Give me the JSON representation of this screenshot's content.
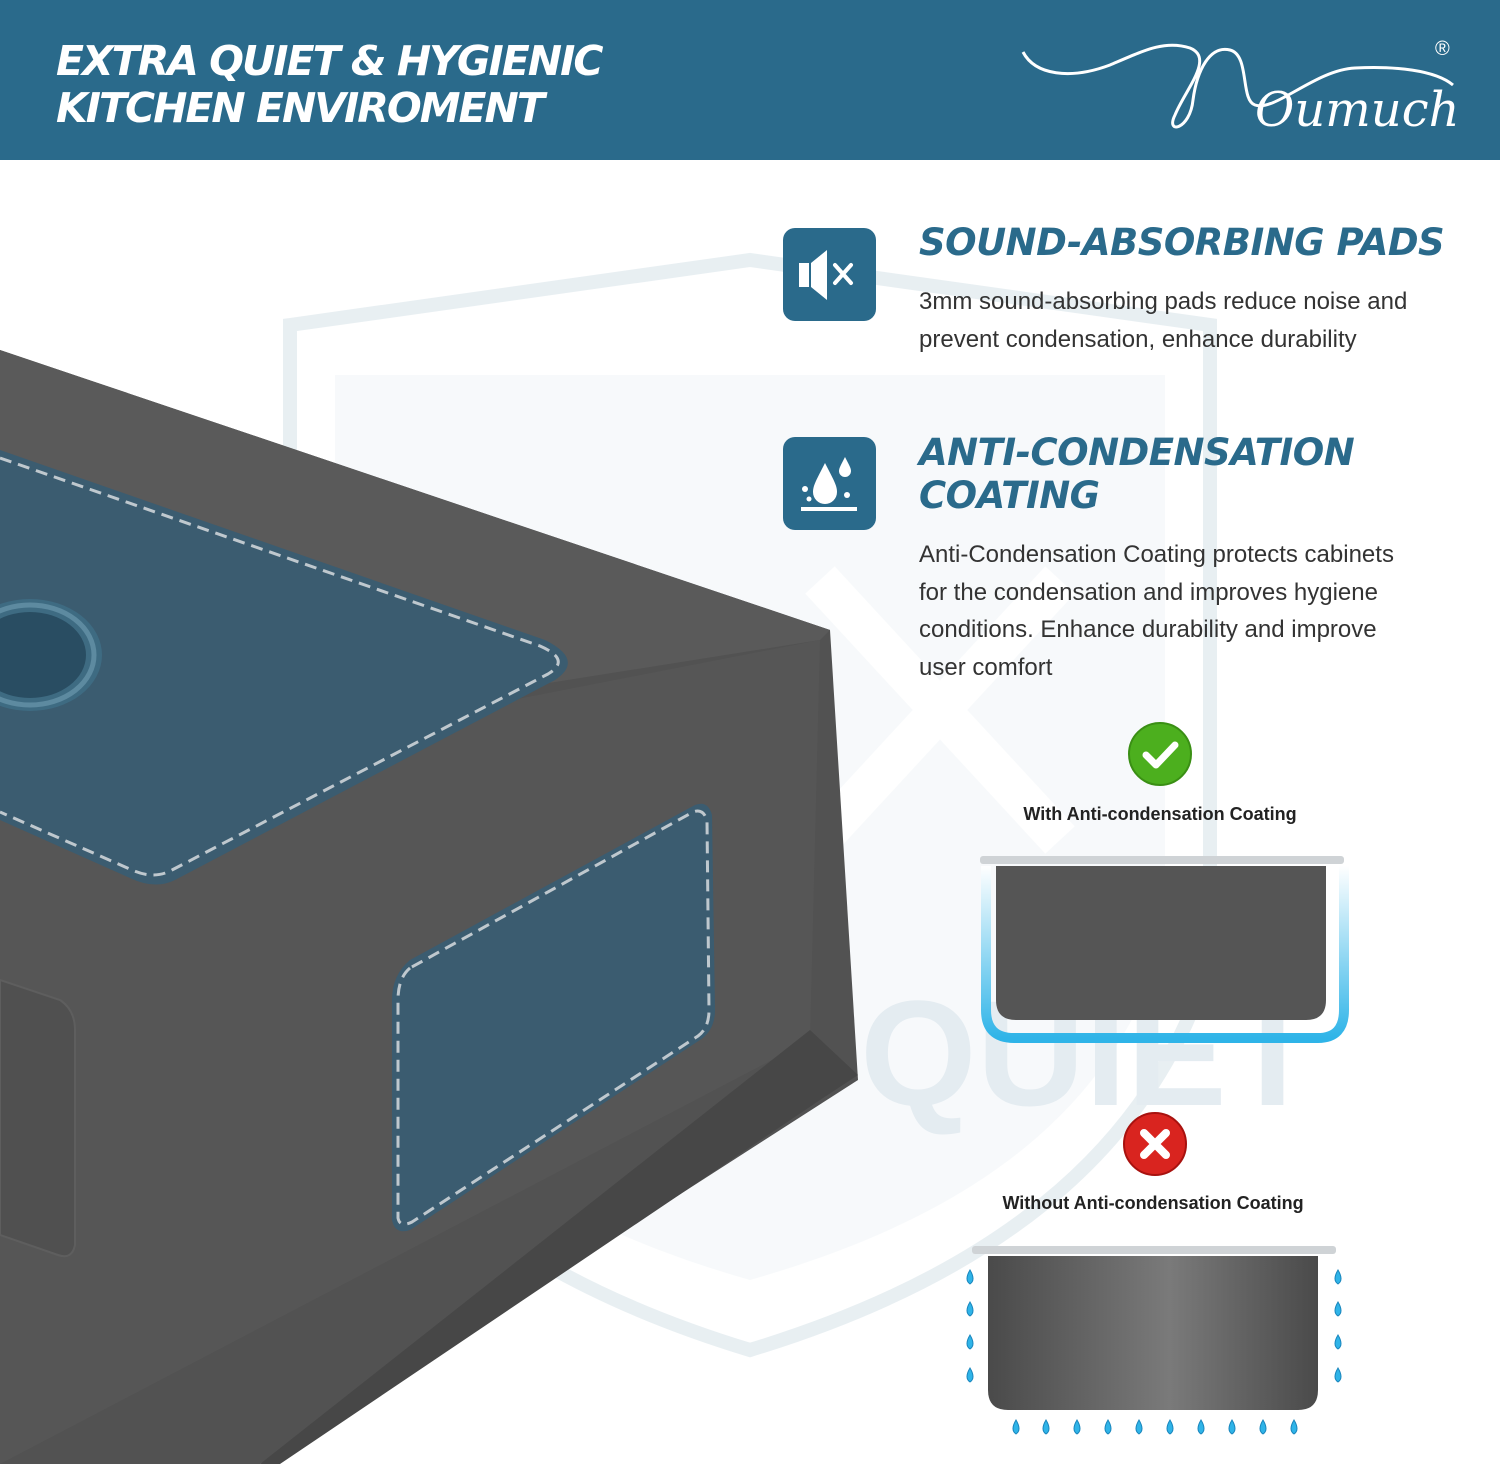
{
  "header": {
    "title_line1": "EXTRA QUIET & HYGIENIC",
    "title_line2": "KITCHEN ENVIROMENT",
    "brand": "Oumuch",
    "registered_mark": "®"
  },
  "features": [
    {
      "icon": "speaker-mute-icon",
      "title": "SOUND-ABSORBING PADS",
      "description_lines": [
        "3mm sound-absorbing pads reduce noise and",
        "prevent condensation, enhance durability"
      ]
    },
    {
      "icon": "water-drops-icon",
      "title_lines": [
        "ANTI-CONDENSATION",
        "COATING"
      ],
      "description_lines": [
        "Anti-Condensation Coating protects cabinets",
        "for the condensation and improves hygiene",
        "conditions. Enhance durability and improve",
        "user comfort"
      ]
    }
  ],
  "comparison": {
    "with": {
      "icon": "green-check-icon",
      "label": "With Anti-condensation Coating"
    },
    "without": {
      "icon": "red-cross-icon",
      "label": "Without Anti-condensation Coating"
    }
  },
  "watermark": "QUIET",
  "colors": {
    "brand_blue": "#2a6a8b",
    "sink_gray": "#575757",
    "pad_blue": "#3b5c70",
    "check_green": "#4caf1e",
    "cross_red": "#d9241f",
    "frost_blue": "#2fb4e8"
  }
}
